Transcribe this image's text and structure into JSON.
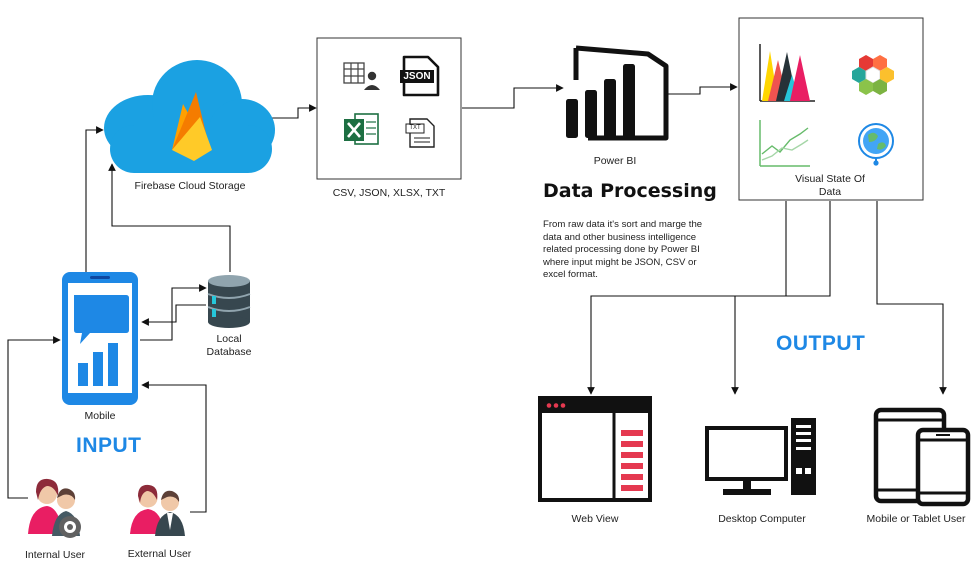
{
  "firebase": {
    "label": "Firebase Cloud Storage"
  },
  "files": {
    "label": "CSV, JSON, XLSX, TXT",
    "json_badge": "JSON",
    "txt_badge": "TXT"
  },
  "powerbi": {
    "label": "Power BI",
    "heading": "Data Processing",
    "description": "From raw data it's sort and marge the data and other business intelligence related processing done by Power BI where input might be JSON, CSV or excel format."
  },
  "visual": {
    "label_line1": "Visual State Of",
    "label_line2": "Data"
  },
  "mobile": {
    "label": "Mobile"
  },
  "database": {
    "label_line1": "Local",
    "label_line2": "Database"
  },
  "sections": {
    "input": "INPUT",
    "output": "OUTPUT"
  },
  "users": {
    "internal": "Internal User",
    "external": "External User"
  },
  "outputs": {
    "web": "Web View",
    "desktop": "Desktop Computer",
    "tablet": "Mobile or Tablet User"
  },
  "colors": {
    "accent_blue": "#1e88e5",
    "cloud": "#1ba1e2",
    "firebase_yellow": "#ffca28",
    "firebase_orange": "#f57c00",
    "excel_green": "#1d6f42",
    "web_red": "#e53950"
  }
}
